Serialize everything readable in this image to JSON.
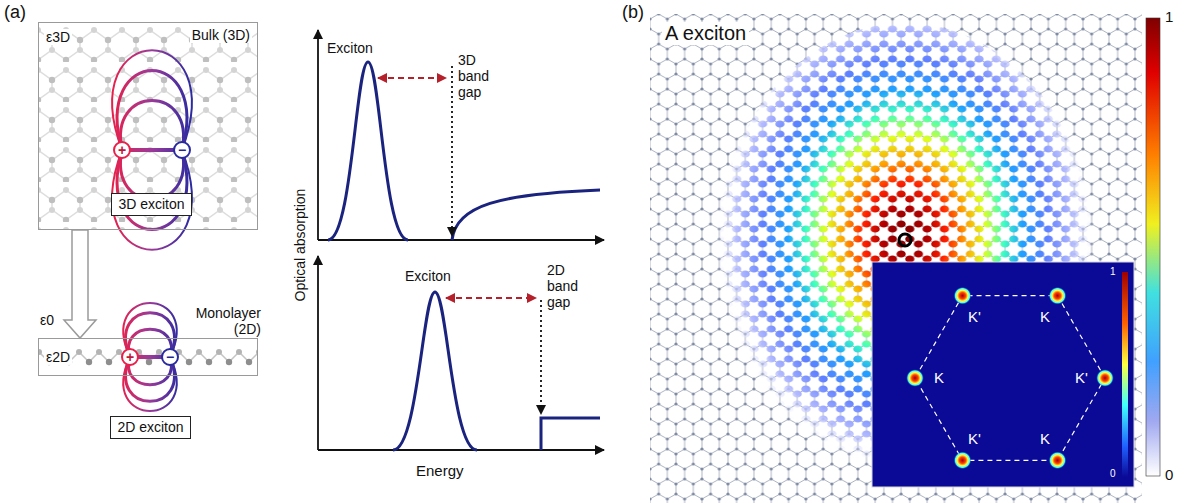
{
  "diagram": {
    "nodes": [
      {
        "text": [
          "Bulk (3D)",
          "ε3D"
        ]
      },
      {
        "text": [
          "3D exciton"
        ],
        "in": 0
      },
      {
        "text": [
          "Monolayer (2D)",
          "ε2D"
        ]
      },
      {
        "text": [
          "2D exciton"
        ]
      }
    ],
    "edges": [
      {
        "from": 0,
        "to": 2,
        "arrow": "to"
      }
    ],
    "labels": [
      "(a)",
      "+",
      "−",
      "ε0",
      "+",
      "−",
      "Optical absorption",
      "Exciton",
      "3D band gap",
      "Exciton",
      "2D band gap",
      "Energy",
      "(b)",
      "A exciton",
      "1",
      "0",
      "K'",
      "K",
      "K",
      "K'",
      "K'",
      "K",
      "1",
      "0"
    ]
  }
}
